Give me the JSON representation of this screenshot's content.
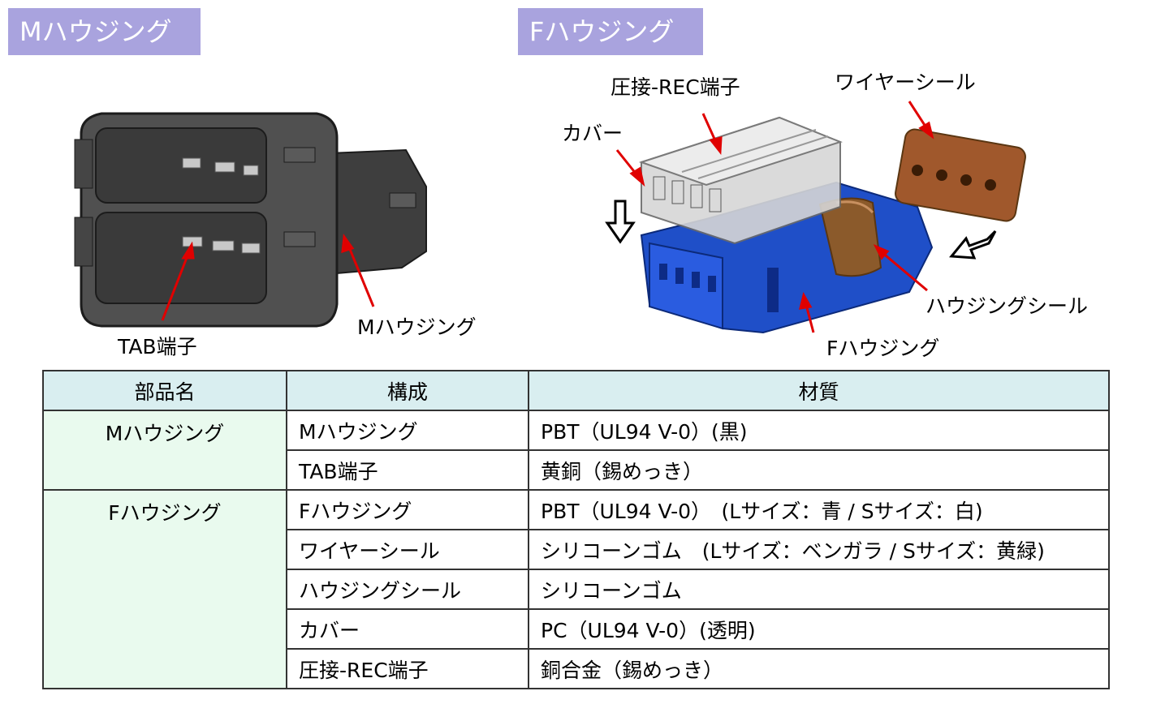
{
  "titles": {
    "m_housing": "Mハウジング",
    "f_housing": "Fハウジング"
  },
  "labels": {
    "tab_terminal": "TAB端子",
    "m_housing": "Mハウジング",
    "cover": "カバー",
    "rec_terminal": "圧接-REC端子",
    "wire_seal": "ワイヤーシール",
    "housing_seal": "ハウジングシール",
    "f_housing": "Fハウジング"
  },
  "table": {
    "headers": [
      "部品名",
      "構成",
      "材質"
    ],
    "groups": [
      {
        "part": "Mハウジング",
        "rows": [
          {
            "component": "Mハウジング",
            "material": "PBT（UL94 V-0）(黒)"
          },
          {
            "component": "TAB端子",
            "material": "黄銅（錫めっき）"
          }
        ]
      },
      {
        "part": "Fハウジング",
        "rows": [
          {
            "component": "Fハウジング",
            "material": "PBT（UL94 V-0）　(Lサイズ：青 / Sサイズ：白)"
          },
          {
            "component": "ワイヤーシール",
            "material": "シリコーンゴム　(Lサイズ：ベンガラ / Sサイズ：黄緑)"
          },
          {
            "component": "ハウジングシール",
            "material": "シリコーンゴム"
          },
          {
            "component": "カバー",
            "material": "PC（UL94 V-0）(透明)"
          },
          {
            "component": "圧接-REC端子",
            "material": "銅合金（錫めっき）"
          }
        ]
      }
    ]
  },
  "colors": {
    "badge": "#a9a3de",
    "header_bg": "#d9eef0",
    "part_bg": "#e9faee",
    "arrow": "#e00000",
    "f_housing": "#1f4fc8",
    "wire_seal": "#a0582c"
  }
}
